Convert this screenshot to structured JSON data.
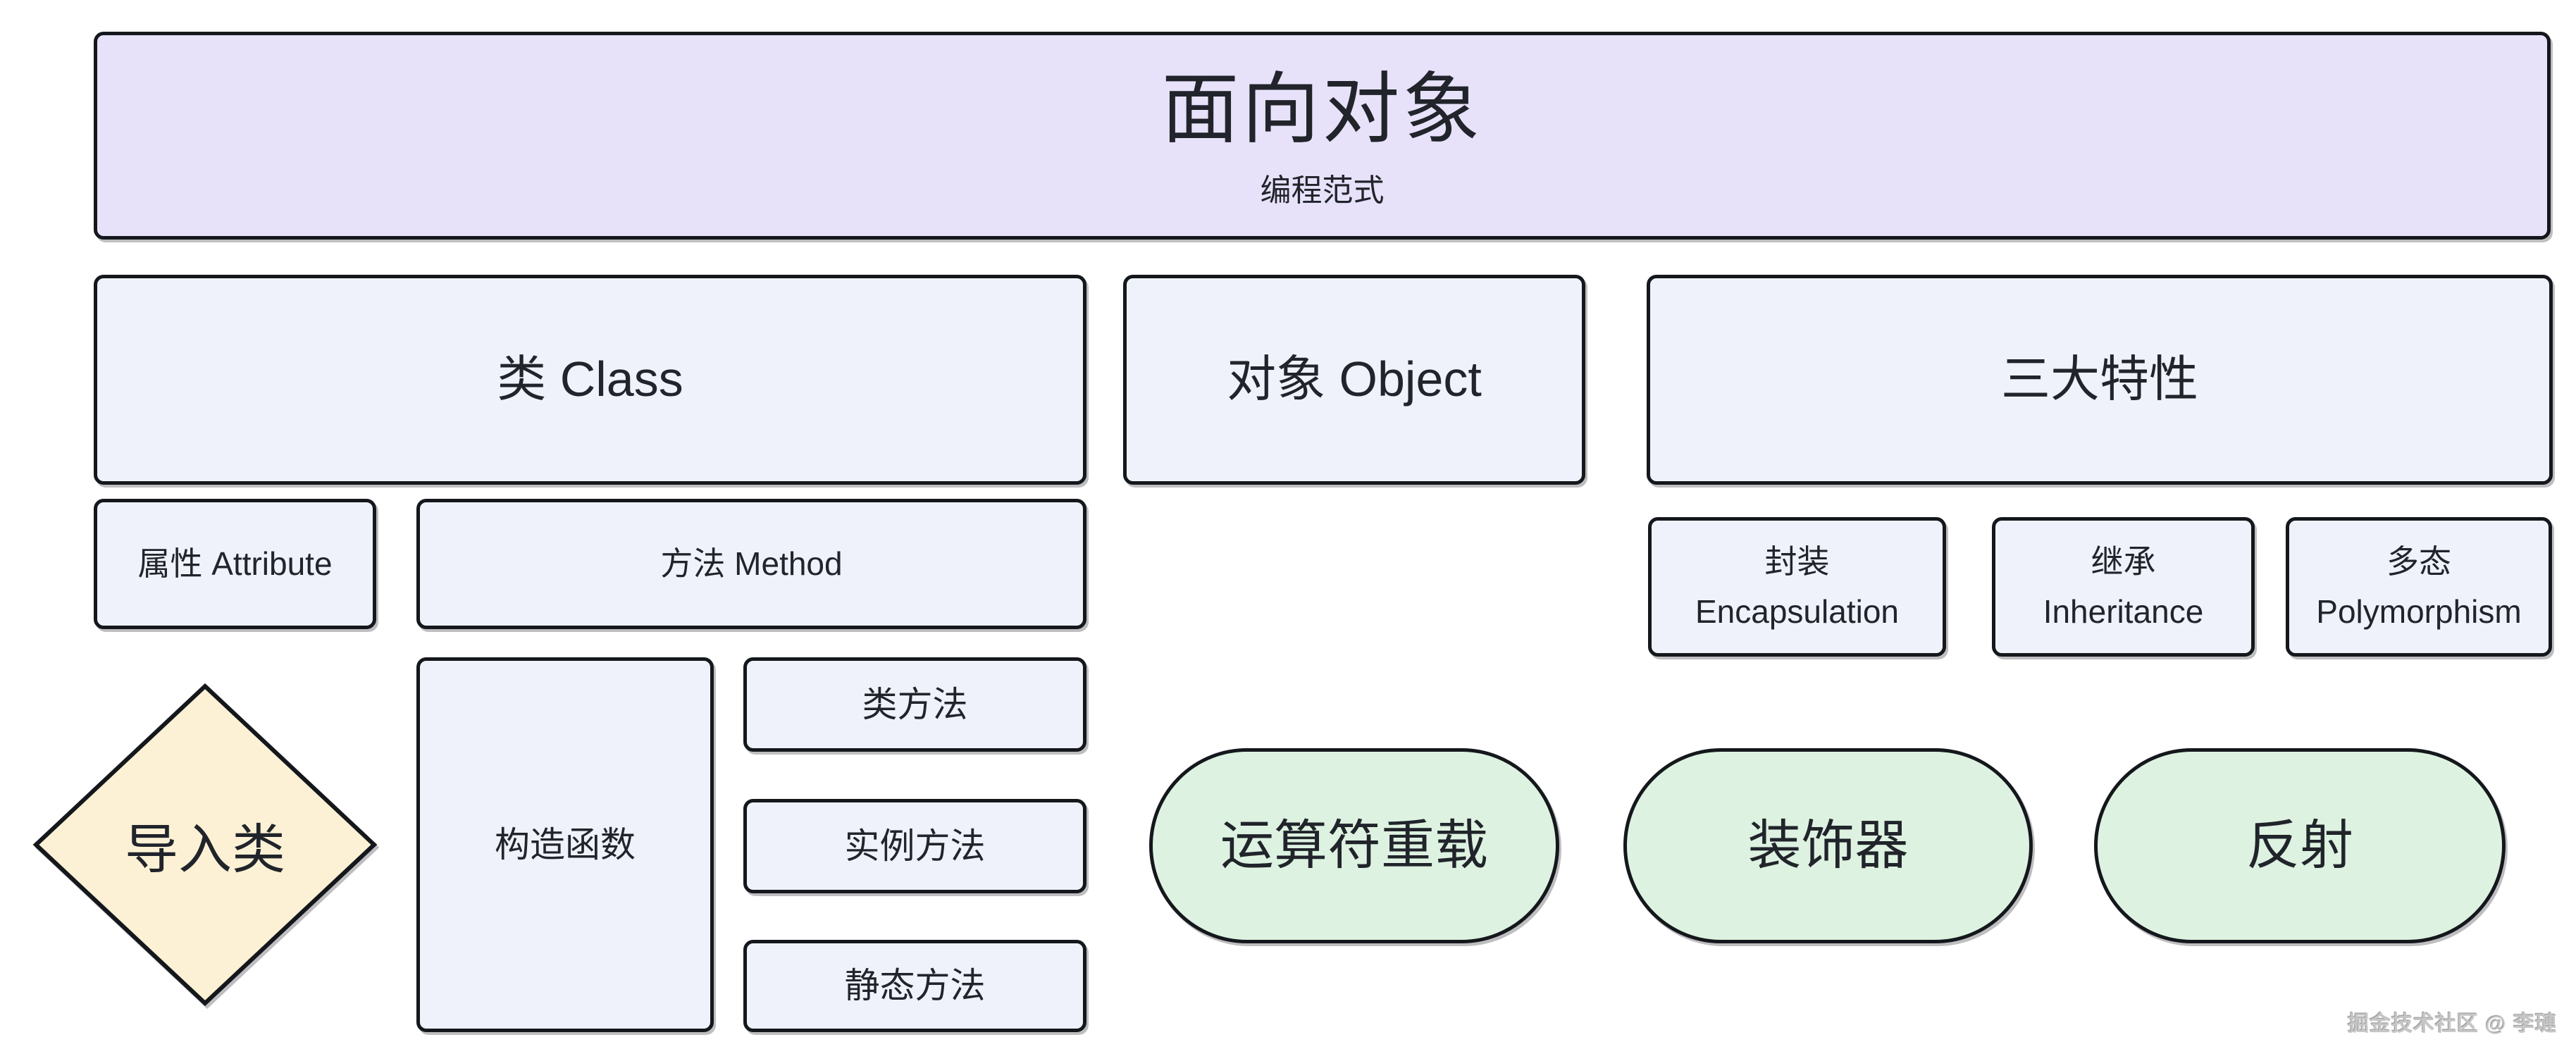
{
  "diagram": {
    "root": {
      "title": "面向对象",
      "subtitle": "编程范式"
    },
    "class_group": {
      "header": "类 Class",
      "attribute": "属性 Attribute",
      "method": "方法 Method",
      "import_class": "导入类",
      "constructor": "构造函数",
      "class_method": "类方法",
      "instance_method": "实例方法",
      "static_method": "静态方法"
    },
    "object_node": {
      "label": "对象 Object"
    },
    "features_group": {
      "header": "三大特性",
      "items": [
        {
          "zh": "封装",
          "en": "Encapsulation"
        },
        {
          "zh": "继承",
          "en": "Inheritance"
        },
        {
          "zh": "多态",
          "en": "Polymorphism"
        }
      ]
    },
    "advanced": {
      "operator_overload": "运算符重载",
      "decorator": "装饰器",
      "reflection": "反射"
    },
    "watermark": "掘金技术社区 @ 李璉",
    "colors": {
      "root_fill": "#E7E2FA",
      "node_fill": "#EFF2FA",
      "diamond_fill": "#FCF1D4",
      "pill_fill": "#DDF2E0",
      "border": "#14171C",
      "text": "#21242B",
      "background": "#FFFFFF"
    }
  }
}
